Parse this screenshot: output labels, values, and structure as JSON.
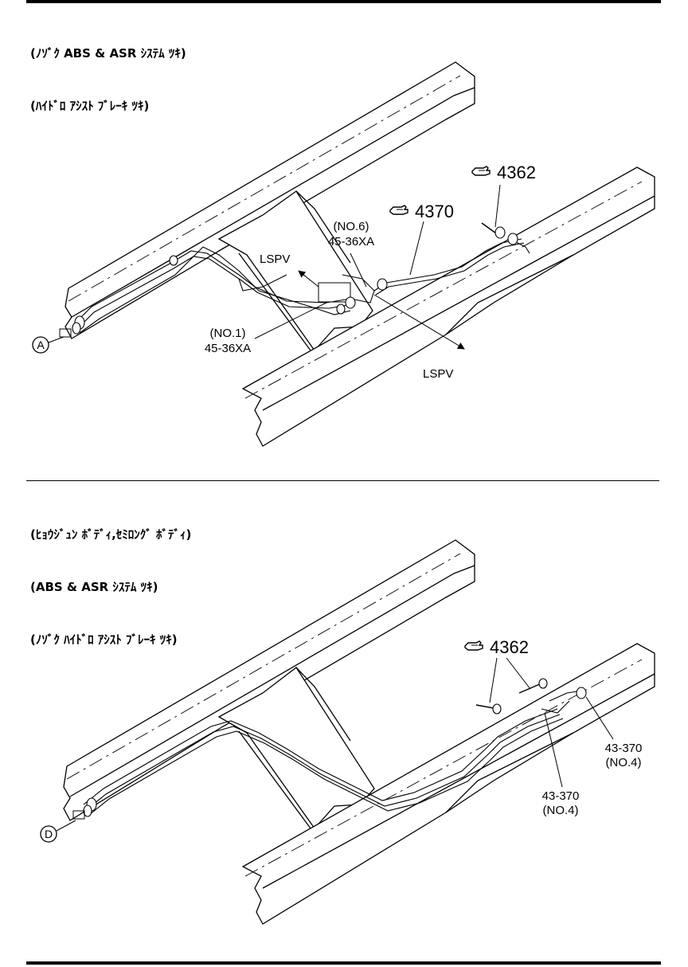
{
  "section_top": {
    "caption_lines": [
      "(ﾉｿﾞｸ ABS & ASR ｼｽﾃﾑ ﾂｷ)",
      "(ﾊｲﾄﾞﾛ ｱｼｽﾄ ﾌﾞﾚｰｷ ﾂｷ)"
    ],
    "ref_4362": "4362",
    "ref_4370": "4370",
    "no6": "(NO.6)",
    "part_no6": "45-36XA",
    "lspv_upper": "LSPV",
    "no1": "(NO.1)",
    "part_no1": "45-36XA",
    "lspv_lower": "LSPV",
    "callout": "A"
  },
  "section_bottom": {
    "caption_lines": [
      "(ﾋｮｳｼﾞｭﾝ ﾎﾞﾃﾞｨ,ｾﾐﾛﾝｸﾞ ﾎﾞﾃﾞｨ)",
      "(ABS & ASR ｼｽﾃﾑ ﾂｷ)",
      "(ﾉｿﾞｸ ﾊｲﾄﾞﾛ ｱｼｽﾄ ﾌﾞﾚｰｷ ﾂｷ)"
    ],
    "ref_4362": "4362",
    "part_right": "43-370",
    "no4_right": "(NO.4)",
    "part_left": "43-370",
    "no4_left": "(NO.4)",
    "callout": "D"
  }
}
